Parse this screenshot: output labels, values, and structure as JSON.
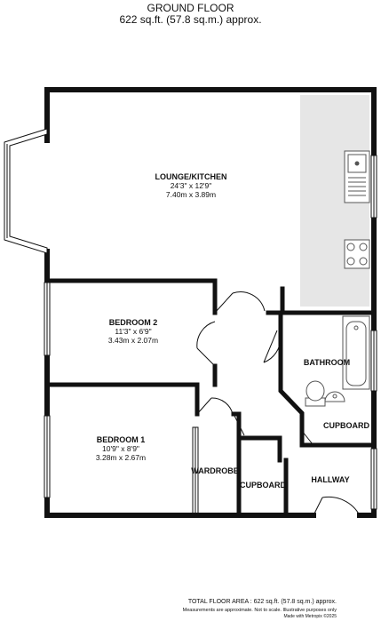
{
  "header": {
    "title": "GROUND FLOOR",
    "area": "622 sq.ft. (57.8 sq.m.) approx."
  },
  "rooms": {
    "lounge": {
      "name": "LOUNGE/KITCHEN",
      "imperial": "24'3\" x 12'9\"",
      "metric": "7.40m  x 3.89m"
    },
    "bedroom2": {
      "name": "BEDROOM 2",
      "imperial": "11'3\" x 6'9\"",
      "metric": "3.43m  x 2.07m"
    },
    "bedroom1": {
      "name": "BEDROOM 1",
      "imperial": "10'9\" x 8'9\"",
      "metric": "3.28m  x 2.67m"
    },
    "bathroom": {
      "name": "BATHROOM"
    },
    "cupboard_right": {
      "name": "CUPBOARD"
    },
    "cupboard_mid": {
      "name": "CUPBOARD"
    },
    "wardrobe": {
      "name": "WARDROBE"
    },
    "hallway": {
      "name": "HALLWAY"
    }
  },
  "footer": {
    "total": "TOTAL FLOOR AREA : 622 sq.ft. (57.8 sq.m.) approx.",
    "disclaimer": "Measurements are approximate.  Not to scale.  Illustrative purposes only",
    "made_with": "Made with Metropix ©2025"
  },
  "colors": {
    "wall": "#111111",
    "kitchen_area": "#e6e6e6",
    "fixture": "#555555"
  }
}
